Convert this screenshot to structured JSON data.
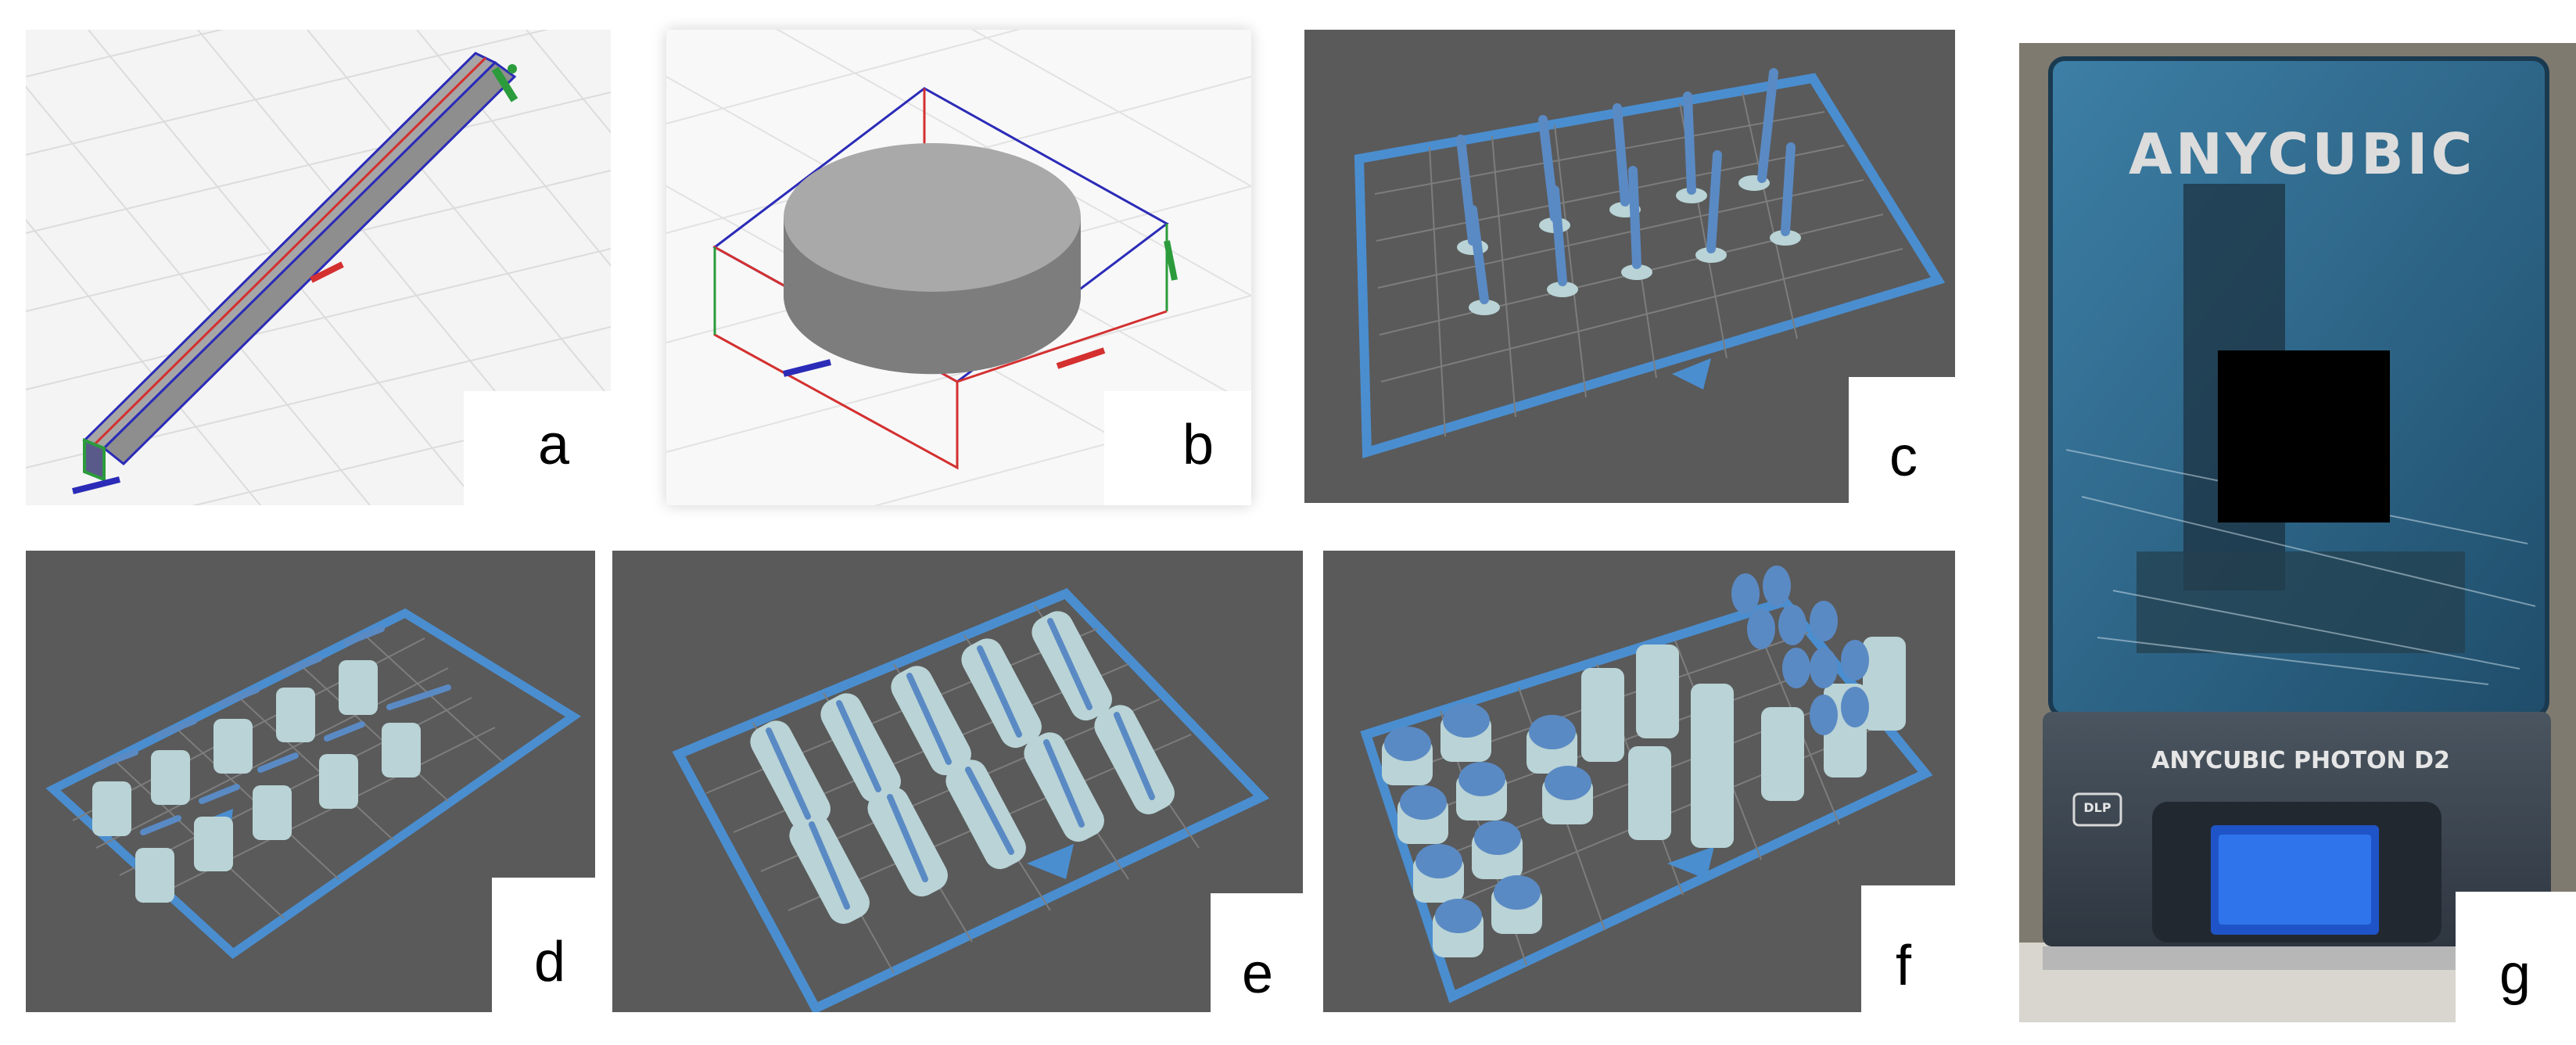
{
  "panels": [
    {
      "id": "a",
      "label": "a",
      "view": "CAD model of rectangular bar with dimension arrows"
    },
    {
      "id": "b",
      "label": "b",
      "view": "CAD model of cylindrical disc with bounding box"
    },
    {
      "id": "c",
      "label": "c",
      "view": "slicer build plate with vertical rods on supports"
    },
    {
      "id": "d",
      "label": "d",
      "view": "slicer build plate with horizontal bars on supports"
    },
    {
      "id": "e",
      "label": "e",
      "view": "slicer build plate with bars on support rafts"
    },
    {
      "id": "f",
      "label": "f",
      "view": "slicer build plate with discs on supports"
    },
    {
      "id": "g",
      "label": "g",
      "view": "photo of resin 3D printer"
    }
  ],
  "printer": {
    "brand": "ANYCUBIC",
    "model": "ANYCUBIC PHOTON D2",
    "badge": "DLP"
  },
  "colors": {
    "slicer_bg": "#5a5a5a",
    "build_plate": "#4a8ed0",
    "grid_line": "#8c8c8c",
    "support": "#b9d3d6",
    "model_blue": "#5a8ac4",
    "cad_gray": "#9b9b9b"
  }
}
